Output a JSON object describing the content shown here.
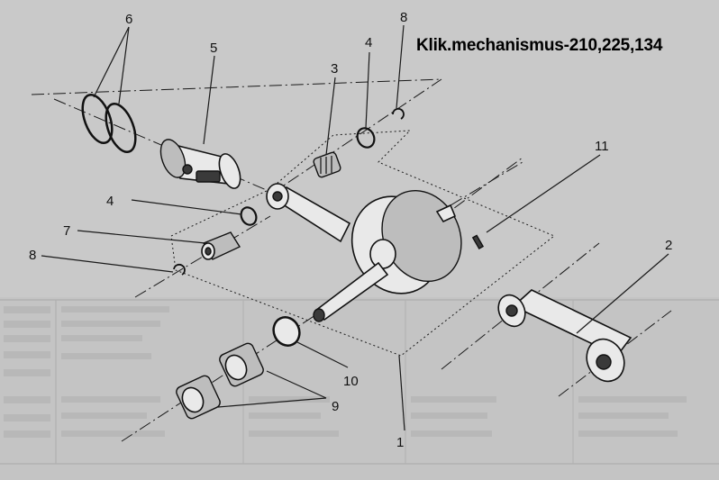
{
  "title": "Klik.mechanismus-210,225,134",
  "callouts": {
    "c6": "6",
    "c5": "5",
    "c3": "3",
    "c4a": "4",
    "c8a": "8",
    "c11": "11",
    "c4b": "4",
    "c7": "7",
    "c8b": "8",
    "c2": "2",
    "c10": "10",
    "c9": "9",
    "c1": "1"
  }
}
